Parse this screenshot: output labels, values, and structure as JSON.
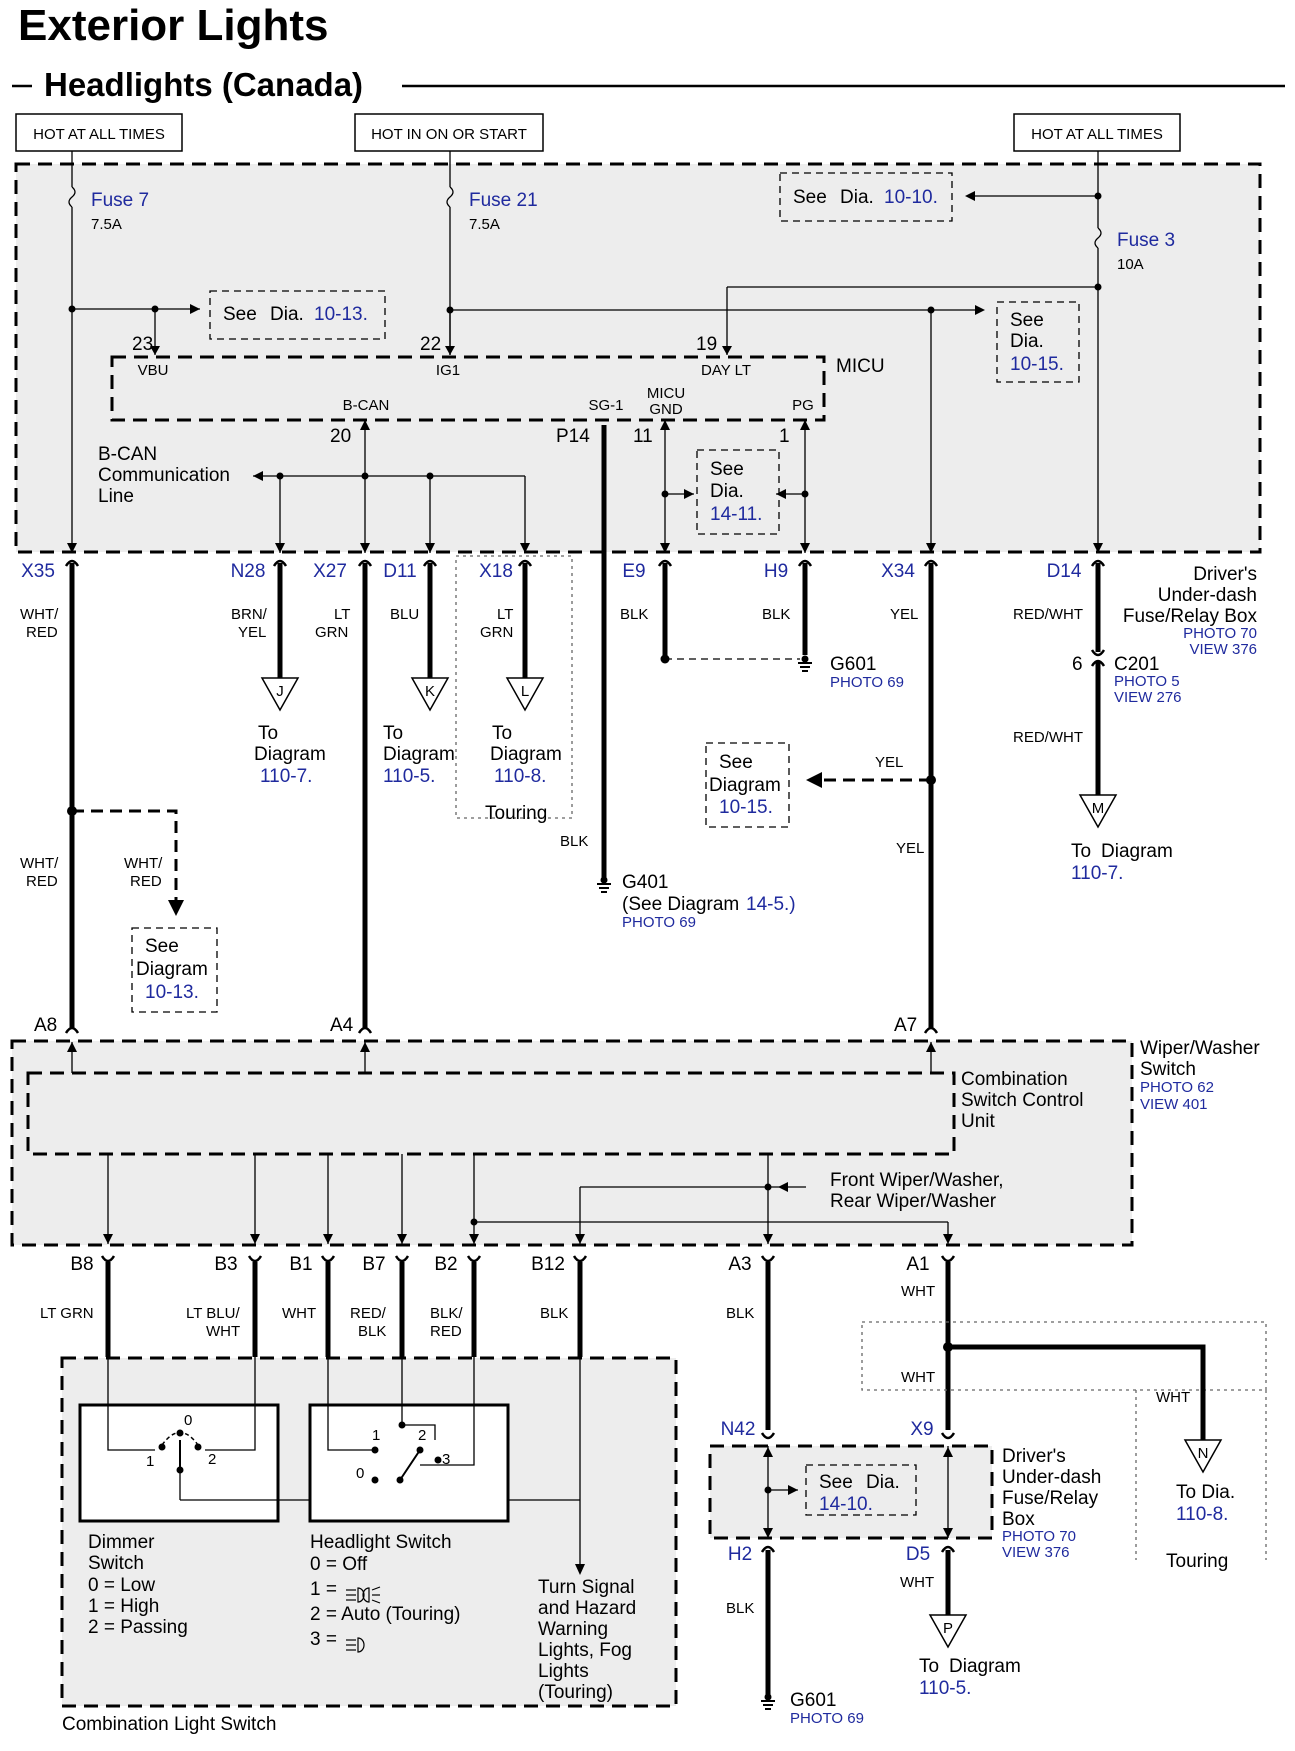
{
  "title": "Exterior Lights",
  "subtitle": "Headlights (Canada)",
  "hot": {
    "left": "HOT AT ALL TIMES",
    "mid": "HOT IN ON OR START",
    "right": "HOT AT ALL TIMES"
  },
  "fuses": {
    "f7": {
      "name": "Fuse 7",
      "amp": "7.5A"
    },
    "f21": {
      "name": "Fuse 21",
      "amp": "7.5A"
    },
    "f3": {
      "name": "Fuse 3",
      "amp": "10A"
    }
  },
  "micu": {
    "name": "MICU",
    "vbu": "VBU",
    "ig1": "IG1",
    "daylt": "DAY LT",
    "bcan": "B-CAN",
    "sg1": "SG-1",
    "gnd1": "MICU",
    "gnd2": "GND",
    "pg": "PG",
    "p23": "23",
    "p22": "22",
    "p19": "19",
    "p20": "20",
    "p14": "P14",
    "p11": "11",
    "p1": "1"
  },
  "bcan_line": [
    "B-CAN",
    "Communication",
    "Line"
  ],
  "see": {
    "see": "See",
    "dia": "Dia.",
    "diagram": "Diagram",
    "to": "To",
    "todia": "To Dia.",
    "r1013": "10-13.",
    "r1010": "10-10.",
    "r1015": "10-15.",
    "r1411": "14-11.",
    "r1410": "14-10.",
    "r1107": "110-7.",
    "r1105": "110-5.",
    "r1108": "110-8.",
    "r145": "14-5.)"
  },
  "g401": {
    "name": "G401",
    "see": "(See Diagram",
    "photo": "PHOTO 69"
  },
  "g601": {
    "name": "G601",
    "photo": "PHOTO 69"
  },
  "touring": "Touring",
  "pins": [
    "X35",
    "N28",
    "X27",
    "D11",
    "X18",
    "E9",
    "H9",
    "X34",
    "D14"
  ],
  "colors": {
    "whtred": [
      "WHT/",
      "RED"
    ],
    "brnyel": [
      "BRN/",
      "YEL"
    ],
    "ltgrn": [
      "LT",
      "GRN"
    ],
    "blu": "BLU",
    "blk": "BLK",
    "yel": "YEL",
    "redwht": "RED/WHT",
    "wht": "WHT",
    "ltgrn1": "LT GRN",
    "ltbluwht": [
      "LT BLU/",
      "WHT"
    ],
    "redblk": [
      "RED/",
      "BLK"
    ],
    "blkred": [
      "BLK/",
      "RED"
    ]
  },
  "conn": [
    "J",
    "K",
    "L",
    "M",
    "N",
    "P"
  ],
  "box": {
    "l1": "Driver's",
    "l2": "Under-dash",
    "l3": "Fuse/Relay Box",
    "photo": "PHOTO 70",
    "view": "VIEW 376"
  },
  "c201": {
    "pin": "6",
    "name": "C201",
    "photo": "PHOTO 5",
    "view": "VIEW 276"
  },
  "wiper": {
    "l1": "Wiper/Washer",
    "l2": "Switch",
    "photo": "PHOTO 62",
    "view": "VIEW 401",
    "pins": [
      "A8",
      "A4",
      "A7"
    ]
  },
  "csc": [
    "Combination",
    "Switch Control",
    "Unit"
  ],
  "frontwiper": [
    "Front Wiper/Washer,",
    "Rear Wiper/Washer"
  ],
  "bpins": [
    "B8",
    "B3",
    "B1",
    "B7",
    "B2",
    "B12",
    "A3",
    "A1"
  ],
  "box2": {
    "n42": "N42",
    "x9": "X9",
    "h2": "H2",
    "d5": "D5",
    "l1": "Driver's",
    "l2": "Under-dash",
    "l3": "Fuse/Relay",
    "l4": "Box"
  },
  "dimmer": {
    "name": [
      "Dimmer",
      "Switch"
    ],
    "states": [
      "0 = Low",
      "1 = High",
      "2 = Passing"
    ],
    "n0": "0",
    "n1": "1",
    "n2": "2"
  },
  "headlight": {
    "name": "Headlight Switch",
    "states": [
      "0 = Off",
      "1 =",
      "2 = Auto (Touring)",
      "3 ="
    ],
    "n0": "0",
    "n1": "1",
    "n2": "2",
    "n3": "3"
  },
  "turn": [
    "Turn Signal",
    "and Hazard",
    "Warning",
    "Lights, Fog",
    "Lights",
    "(Touring)"
  ],
  "cls": "Combination Light Switch"
}
